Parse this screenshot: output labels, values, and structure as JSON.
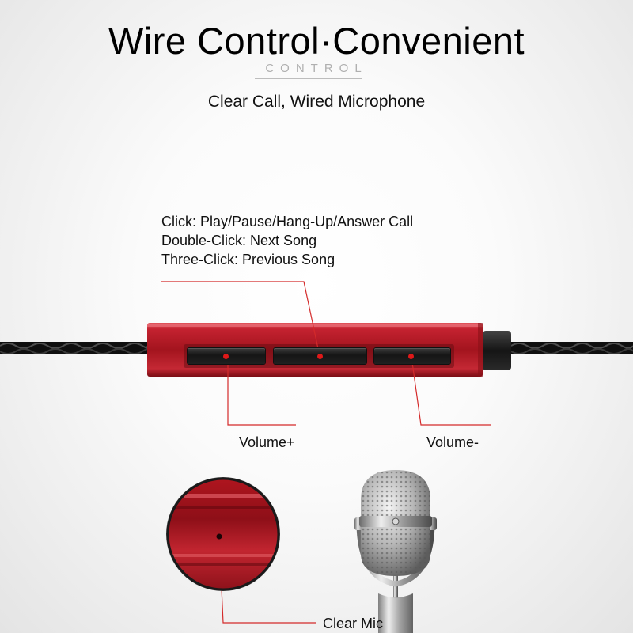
{
  "header": {
    "title": "Wire Control·Convenient",
    "subtitle": "CONTROL",
    "tagline": "Clear Call, Wired Microphone"
  },
  "callouts": {
    "button_functions": [
      "Click: Play/Pause/Hang-Up/Answer Call",
      "Double-Click: Next Song",
      "Three-Click: Previous Song"
    ],
    "volume_plus": "Volume+",
    "volume_minus": "Volume-",
    "clear_mic": "Clear Mic"
  },
  "colors": {
    "remote_red": "#c0202a",
    "callout_line": "#d42a2a",
    "button_dot": "#e01818",
    "cable": "#111111"
  },
  "icons": {
    "microphone": "studio-microphone-icon"
  }
}
